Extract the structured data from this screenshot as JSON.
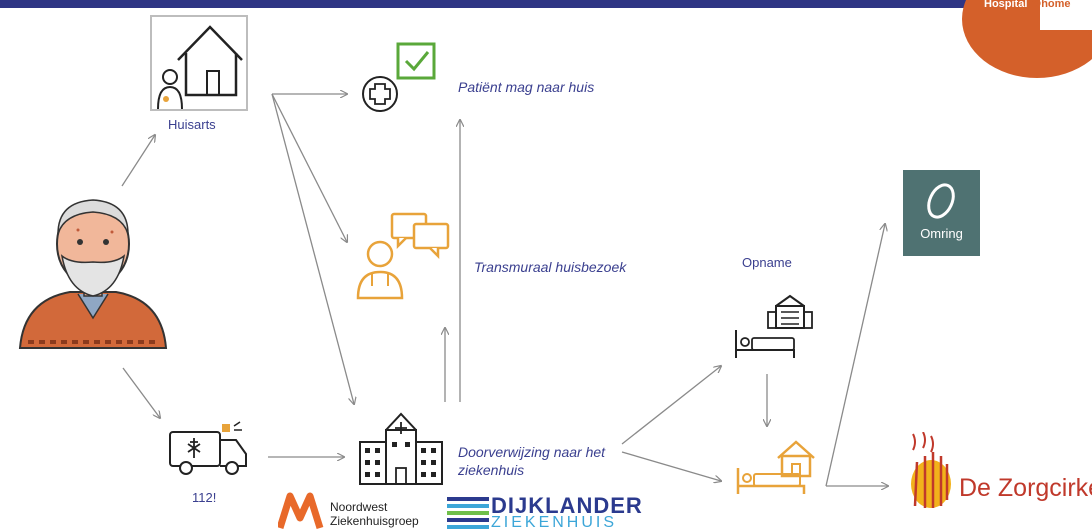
{
  "nodes": {
    "huisarts": "Huisarts",
    "patient_home": "Patiënt mag naar huis",
    "transmuraal": "Transmuraal huisbezoek",
    "ambulance": "112!",
    "doorverwijzing": "Doorverwijzing naar het ziekenhuis",
    "opname": "Opname"
  },
  "logos": {
    "hospital_at_home_prefix": "Hospital",
    "hospital_at_home_suffix": "@home",
    "omring": "Omring",
    "noordwest_line1": "Noordwest",
    "noordwest_line2": "Ziekenhuisgroep",
    "dijklander_line1": "DIJKLANDER",
    "dijklander_line2": "ZIEKENHUIS",
    "dezorgcirkel": "De Zorgcirkel"
  },
  "colors": {
    "topbar": "#2e3584",
    "label_text": "#3a3f8f",
    "hospital_badge": "#d4602a",
    "omring_tile": "#4f7272",
    "icon_orange": "#e8a33a",
    "icon_green": "#5aa83a",
    "arrow": "#8a8a8a"
  }
}
